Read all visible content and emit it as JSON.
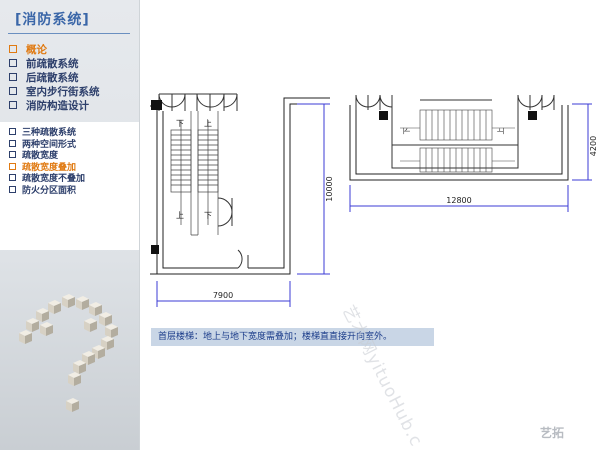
{
  "sidebar": {
    "title": "[消防系统]",
    "main_items": [
      {
        "label": "概论",
        "active": true
      },
      {
        "label": "前疏散系统",
        "active": false
      },
      {
        "label": "后疏散系统",
        "active": false
      },
      {
        "label": "室内步行街系统",
        "active": false
      },
      {
        "label": "消防构造设计",
        "active": false
      }
    ],
    "sub_items": [
      {
        "label": "三种疏散系统",
        "active": false
      },
      {
        "label": "两种空间形式",
        "active": false
      },
      {
        "label": "疏散宽度",
        "active": false
      },
      {
        "label": "疏散宽度叠加",
        "active": true
      },
      {
        "label": "疏散宽度不叠加",
        "active": false
      },
      {
        "label": "防火分区面积",
        "active": false
      }
    ]
  },
  "drawing": {
    "dim_width_left": "7900",
    "dim_height_left": "10000",
    "dim_width_right": "12800",
    "dim_height_right": "4200",
    "stair_up": "上",
    "stair_down": "下"
  },
  "caption": "首层楼梯：地上与地下宽度需叠加；楼梯直直接开向室外。",
  "watermark": "艺术网yituoHub.c",
  "logo_text": "艺拓",
  "colors": {
    "accent": "#e07a12",
    "nav": "#2d3f6b",
    "title": "#3a66a8",
    "dimension": "#3b3bd6"
  }
}
